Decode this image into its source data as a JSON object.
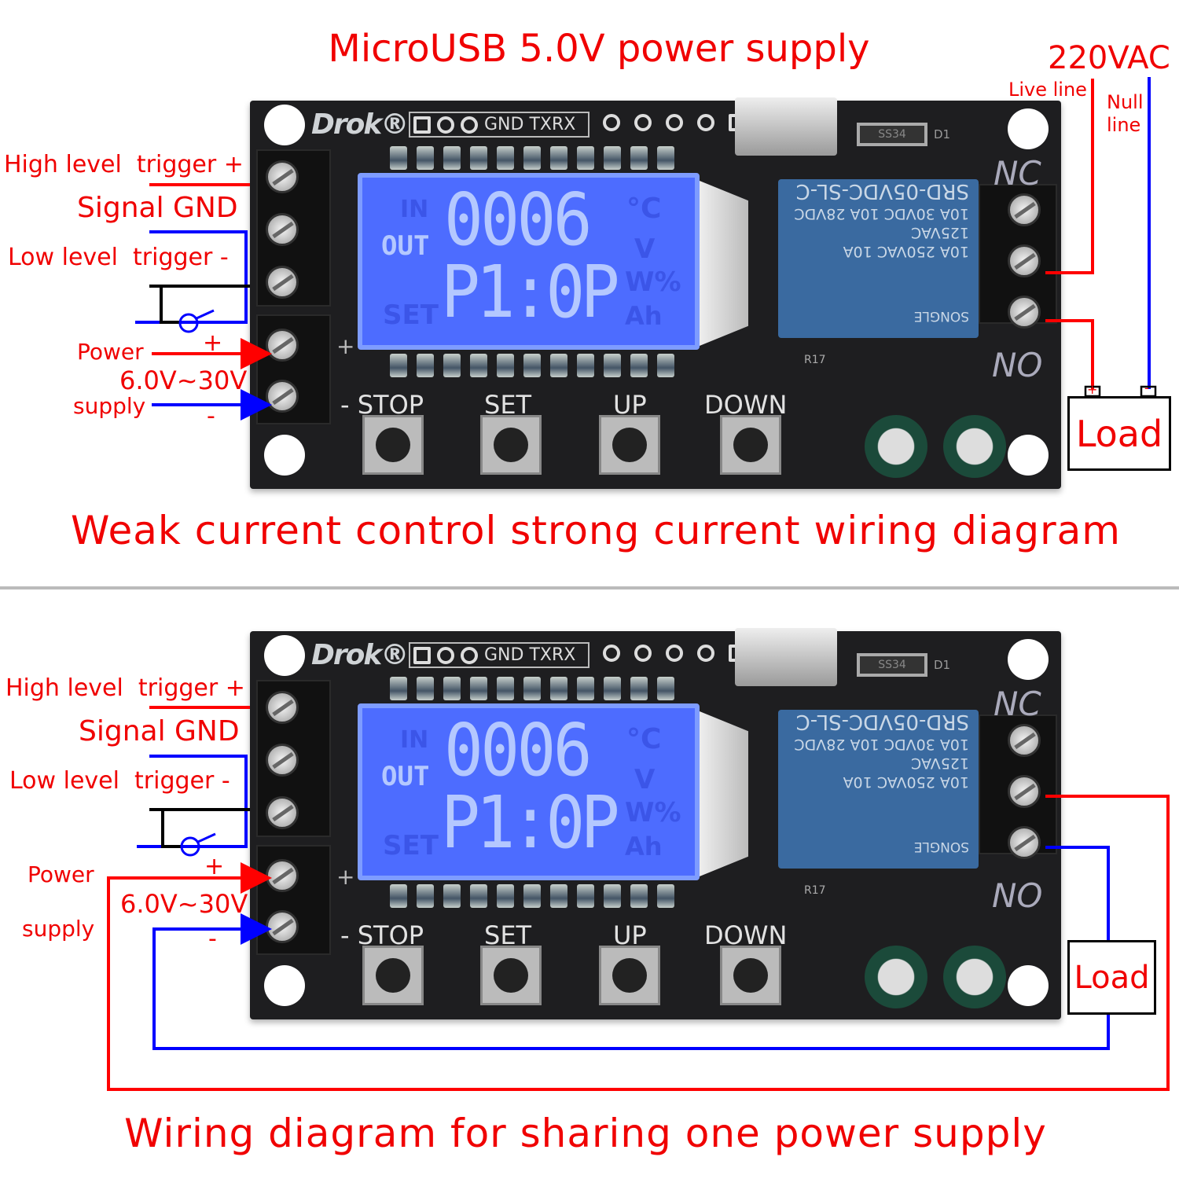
{
  "top": {
    "title": "MicroUSB 5.0V power supply",
    "ac_label": "220VAC",
    "live_line": "Live line",
    "null_line": "Null line",
    "high_trigger": "High level  trigger +",
    "signal_gnd": "Signal GND",
    "low_trigger": "Low level  trigger -",
    "power": "Power",
    "voltage": "6.0V~30V",
    "supply": "supply",
    "plus": "+",
    "minus": "-",
    "load": "Load",
    "load_plus": "+",
    "load_minus": "-",
    "caption": "Weak current control strong current wiring diagram"
  },
  "bottom": {
    "high_trigger": "High level  trigger +",
    "signal_gnd": "Signal GND",
    "low_trigger": "Low level  trigger -",
    "power": "Power",
    "voltage": "6.0V~30V",
    "supply": "supply",
    "plus": "+",
    "minus": "-",
    "load": "Load",
    "caption": "Wiring diagram for sharing one power supply"
  },
  "board": {
    "brand": "Drok®",
    "header_pins": "GND TXRX",
    "diode": "SS34",
    "diode_ref": "D1",
    "lcd_digits": "0006",
    "lcd_line2": "P1:0P",
    "lcd_in": "IN",
    "lcd_out": "OUT",
    "lcd_set": "SET",
    "lcd_c": "°C",
    "lcd_v": "V",
    "lcd_w": "W%",
    "lcd_ah": "Ah",
    "relay_model": "SRD-05VDC-SL-C",
    "relay_r1": "10A 30VDC  10A 28VDC",
    "relay_r2": "10A 250VAC  10A 125VAC",
    "relay_brand": "SONGLE",
    "nc": "NC",
    "no": "NO",
    "r17": "R17",
    "btn_stop": "- STOP",
    "btn_set": "SET",
    "btn_up": "UP",
    "btn_down": "DOWN",
    "plus_mark": "+"
  },
  "colors": {
    "wire_red": "#ff0000",
    "wire_blue": "#0000ff",
    "wire_black": "#000000",
    "label": "#f00000",
    "lcd": "#4d6cff"
  }
}
